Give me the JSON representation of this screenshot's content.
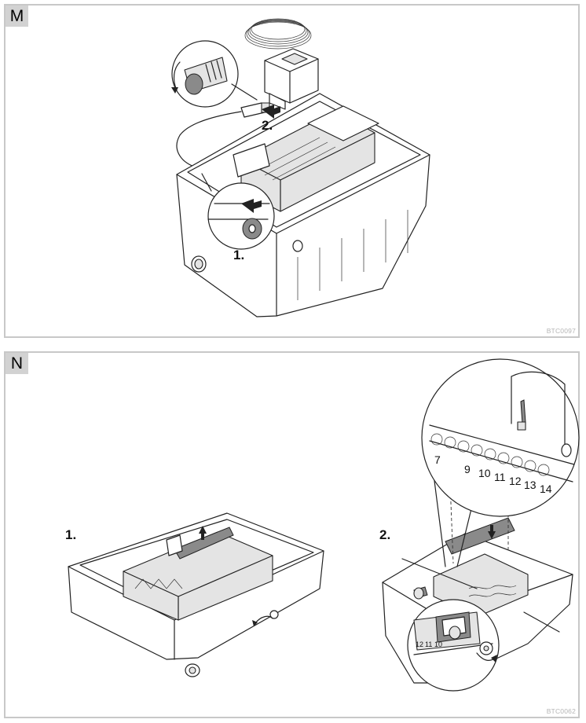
{
  "panel_m": {
    "label": "M",
    "steps": [
      "1.",
      "2."
    ],
    "ref_code": "BTC0097"
  },
  "panel_n": {
    "label": "N",
    "steps": [
      "1.",
      "2."
    ],
    "terminal_numbers": [
      "7",
      "9",
      "10",
      "11",
      "12",
      "13",
      "14"
    ],
    "detail_numbers": [
      "12",
      "11",
      "10"
    ],
    "ref_code": "BTC0062"
  }
}
